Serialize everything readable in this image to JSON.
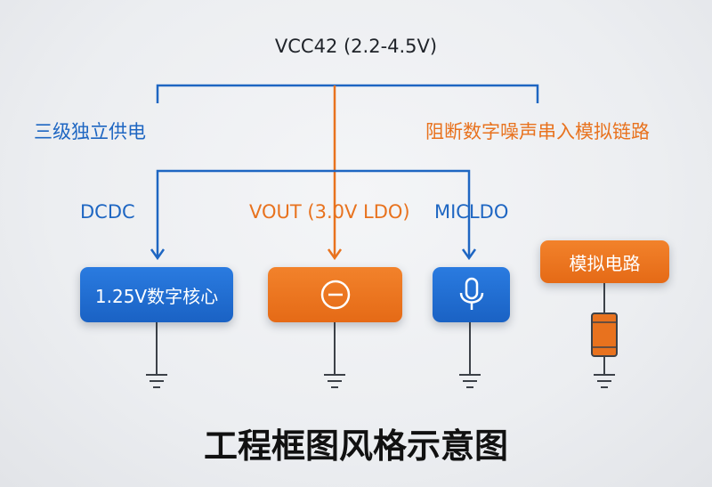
{
  "supply": {
    "label": "VCC42 (2.2-4.5V)"
  },
  "notes": {
    "left": "三级独立供电",
    "right": "阻断数字噪声串入模拟链路"
  },
  "rails": {
    "dcdc": "DCDC",
    "vout": "VOUT (3.0V LDO)",
    "micldo": "MICLDO"
  },
  "blocks": {
    "digital_core": "1.25V数字核心",
    "vout_block_icon": "minus-circle-icon",
    "mic_block_icon": "microphone-icon",
    "analog": "模拟电路"
  },
  "caption": "工程框图风格示意图",
  "colors": {
    "blue": "#1e66c2",
    "orange": "#e8721e",
    "ground": "#3c4148"
  }
}
